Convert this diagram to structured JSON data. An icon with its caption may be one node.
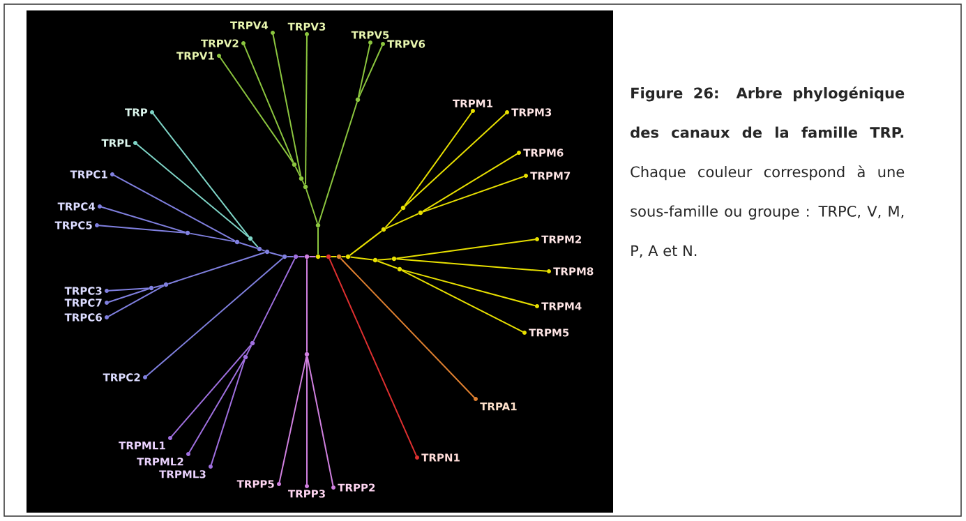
{
  "diagram": {
    "caption": "**Figure 26: Arbre phylogénique des canaux de la famille TRP.** Chaque couleur correspond à une sous-famille ou groupe : TRPC, V, M, P, A et N.",
    "nodes": [
      {
        "text": [
          "TRPV1"
        ]
      },
      {
        "text": [
          "TRPV2"
        ]
      },
      {
        "text": [
          "TRPV4"
        ]
      },
      {
        "text": [
          "TRPV3"
        ]
      },
      {
        "text": [
          "TRPV5"
        ]
      },
      {
        "text": [
          "TRPV6"
        ]
      },
      {
        "text": [
          "TRPM1"
        ]
      },
      {
        "text": [
          "TRPM3"
        ]
      },
      {
        "text": [
          "TRPM6"
        ]
      },
      {
        "text": [
          "TRPM7"
        ]
      },
      {
        "text": [
          "TRPM2"
        ]
      },
      {
        "text": [
          "TRPM8"
        ]
      },
      {
        "text": [
          "TRPM4"
        ]
      },
      {
        "text": [
          "TRPM5"
        ]
      },
      {
        "text": [
          "TRPA1"
        ]
      },
      {
        "text": [
          "TRPN1"
        ]
      },
      {
        "text": [
          "TRPP2"
        ]
      },
      {
        "text": [
          "TRPP3"
        ]
      },
      {
        "text": [
          "TRPP5"
        ]
      },
      {
        "text": [
          "TRPML3"
        ]
      },
      {
        "text": [
          "TRPML2"
        ]
      },
      {
        "text": [
          "TRPML1"
        ]
      },
      {
        "text": [
          "TRPC2"
        ]
      },
      {
        "text": [
          "TRPC6"
        ]
      },
      {
        "text": [
          "TRPC7"
        ]
      },
      {
        "text": [
          "TRPC3"
        ]
      },
      {
        "text": [
          "TRPC5"
        ]
      },
      {
        "text": [
          "TRPC4"
        ]
      },
      {
        "text": [
          "TRPC1"
        ]
      },
      {
        "text": [
          "TRPL"
        ]
      },
      {
        "text": [
          "TRP"
        ]
      },
      {
        "text": [],
        "shape": "circle"
      },
      {
        "text": [],
        "shape": "circle"
      },
      {
        "text": [],
        "shape": "circle"
      },
      {
        "text": [],
        "shape": "circle"
      },
      {
        "text": [],
        "shape": "circle"
      },
      {
        "text": [],
        "shape": "circle"
      },
      {
        "text": [],
        "shape": "circle"
      },
      {
        "text": [],
        "shape": "circle"
      },
      {
        "text": [],
        "shape": "circle"
      },
      {
        "text": [],
        "shape": "circle"
      },
      {
        "text": [],
        "shape": "circle"
      },
      {
        "text": [],
        "shape": "circle"
      },
      {
        "text": [],
        "shape": "circle"
      },
      {
        "text": [],
        "shape": "circle"
      },
      {
        "text": [],
        "shape": "circle"
      },
      {
        "text": [],
        "shape": "circle"
      },
      {
        "text": [],
        "shape": "circle"
      },
      {
        "text": [],
        "shape": "circle"
      },
      {
        "text": [],
        "shape": "circle"
      },
      {
        "text": [],
        "shape": "circle"
      },
      {
        "text": [],
        "shape": "circle"
      },
      {
        "text": [],
        "shape": "circle"
      },
      {
        "text": [],
        "shape": "circle"
      },
      {
        "text": [],
        "shape": "circle"
      },
      {
        "text": [],
        "shape": "circle"
      },
      {
        "text": [],
        "shape": "circle"
      },
      {
        "text": [],
        "shape": "circle"
      },
      {
        "text": [],
        "shape": "circle"
      }
    ],
    "edges": [
      {
        "from": 31,
        "to": 32,
        "arrow": "none",
        "color": "#8080e0"
      },
      {
        "from": 32,
        "to": 33,
        "arrow": "none",
        "color": "#a070e0"
      },
      {
        "from": 33,
        "to": 34,
        "arrow": "none",
        "color": "#d080e0"
      },
      {
        "from": 34,
        "to": 35,
        "arrow": "none",
        "color": "#e8e000"
      },
      {
        "from": 35,
        "to": 36,
        "arrow": "none",
        "color": "#e8e000"
      },
      {
        "from": 36,
        "to": 37,
        "arrow": "none",
        "color": "#e8e000"
      },
      {
        "from": 34,
        "to": 38,
        "arrow": "none",
        "color": "#8cc63f"
      },
      {
        "from": 38,
        "to": 39,
        "arrow": "none",
        "color": "#8cc63f"
      },
      {
        "from": 39,
        "to": 3,
        "arrow": "none",
        "color": "#8cc63f"
      },
      {
        "from": 39,
        "to": 40,
        "arrow": "none",
        "color": "#8cc63f"
      },
      {
        "from": 40,
        "to": 2,
        "arrow": "none",
        "color": "#8cc63f"
      },
      {
        "from": 40,
        "to": 41,
        "arrow": "none",
        "color": "#8cc63f"
      },
      {
        "from": 41,
        "to": 0,
        "arrow": "none",
        "color": "#8cc63f"
      },
      {
        "from": 41,
        "to": 1,
        "arrow": "none",
        "color": "#8cc63f"
      },
      {
        "from": 38,
        "to": 42,
        "arrow": "none",
        "color": "#8cc63f"
      },
      {
        "from": 42,
        "to": 4,
        "arrow": "none",
        "color": "#8cc63f"
      },
      {
        "from": 42,
        "to": 5,
        "arrow": "none",
        "color": "#8cc63f"
      },
      {
        "from": 37,
        "to": 43,
        "arrow": "none",
        "color": "#e8e000"
      },
      {
        "from": 43,
        "to": 44,
        "arrow": "none",
        "color": "#e8e000"
      },
      {
        "from": 44,
        "to": 6,
        "arrow": "none",
        "color": "#e8e000"
      },
      {
        "from": 44,
        "to": 7,
        "arrow": "none",
        "color": "#e8e000"
      },
      {
        "from": 43,
        "to": 45,
        "arrow": "none",
        "color": "#e8e000"
      },
      {
        "from": 45,
        "to": 8,
        "arrow": "none",
        "color": "#e8e000"
      },
      {
        "from": 45,
        "to": 9,
        "arrow": "none",
        "color": "#e8e000"
      },
      {
        "from": 37,
        "to": 46,
        "arrow": "none",
        "color": "#e8e000"
      },
      {
        "from": 46,
        "to": 47,
        "arrow": "none",
        "color": "#e8e000"
      },
      {
        "from": 47,
        "to": 10,
        "arrow": "none",
        "color": "#e8e000"
      },
      {
        "from": 47,
        "to": 11,
        "arrow": "none",
        "color": "#e8e000"
      },
      {
        "from": 46,
        "to": 48,
        "arrow": "none",
        "color": "#e8e000"
      },
      {
        "from": 48,
        "to": 12,
        "arrow": "none",
        "color": "#e8e000"
      },
      {
        "from": 48,
        "to": 13,
        "arrow": "none",
        "color": "#e8e000"
      },
      {
        "from": 36,
        "to": 14,
        "arrow": "none",
        "color": "#e08030"
      },
      {
        "from": 35,
        "to": 15,
        "arrow": "none",
        "color": "#e03030"
      },
      {
        "from": 33,
        "to": 49,
        "arrow": "none",
        "color": "#d080e0"
      },
      {
        "from": 49,
        "to": 18,
        "arrow": "none",
        "color": "#d080e0"
      },
      {
        "from": 49,
        "to": 17,
        "arrow": "none",
        "color": "#d080e0"
      },
      {
        "from": 49,
        "to": 16,
        "arrow": "none",
        "color": "#d080e0"
      },
      {
        "from": 32,
        "to": 50,
        "arrow": "none",
        "color": "#a070e0"
      },
      {
        "from": 50,
        "to": 21,
        "arrow": "none",
        "color": "#a070e0"
      },
      {
        "from": 50,
        "to": 51,
        "arrow": "none",
        "color": "#a070e0"
      },
      {
        "from": 51,
        "to": 20,
        "arrow": "none",
        "color": "#a070e0"
      },
      {
        "from": 51,
        "to": 19,
        "arrow": "none",
        "color": "#a070e0"
      },
      {
        "from": 31,
        "to": 52,
        "arrow": "none",
        "color": "#8080e0"
      },
      {
        "from": 52,
        "to": 53,
        "arrow": "none",
        "color": "#8080e0"
      },
      {
        "from": 53,
        "to": 54,
        "arrow": "none",
        "color": "#7fd6c8"
      },
      {
        "from": 54,
        "to": 30,
        "arrow": "none",
        "color": "#7fd6c8"
      },
      {
        "from": 54,
        "to": 29,
        "arrow": "none",
        "color": "#7fd6c8"
      },
      {
        "from": 53,
        "to": 55,
        "arrow": "none",
        "color": "#8080e0"
      },
      {
        "from": 55,
        "to": 28,
        "arrow": "none",
        "color": "#8080e0"
      },
      {
        "from": 55,
        "to": 56,
        "arrow": "none",
        "color": "#8080e0"
      },
      {
        "from": 56,
        "to": 27,
        "arrow": "none",
        "color": "#8080e0"
      },
      {
        "from": 56,
        "to": 26,
        "arrow": "none",
        "color": "#8080e0"
      },
      {
        "from": 52,
        "to": 57,
        "arrow": "none",
        "color": "#8080e0"
      },
      {
        "from": 57,
        "to": 58,
        "arrow": "none",
        "color": "#8080e0"
      },
      {
        "from": 58,
        "to": 25,
        "arrow": "none",
        "color": "#8080e0"
      },
      {
        "from": 58,
        "to": 24,
        "arrow": "none",
        "color": "#8080e0"
      },
      {
        "from": 57,
        "to": 23,
        "arrow": "none",
        "color": "#8080e0"
      },
      {
        "from": 31,
        "to": 22,
        "arrow": "none",
        "color": "#8080e0"
      }
    ]
  }
}
